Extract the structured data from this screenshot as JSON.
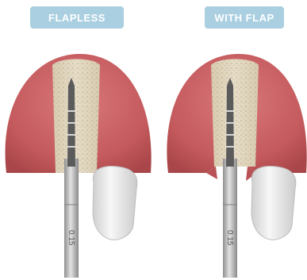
{
  "labels": {
    "left": "FLAPLESS",
    "right": "WITH FLAP"
  },
  "drill_marking": "0.15",
  "colors": {
    "label_bg": "#a9cfe0",
    "gum": "#c45a5d",
    "bone": "#d9cfb6",
    "tooth": "#e8e8e8",
    "instrument": "#b8b8b8"
  }
}
